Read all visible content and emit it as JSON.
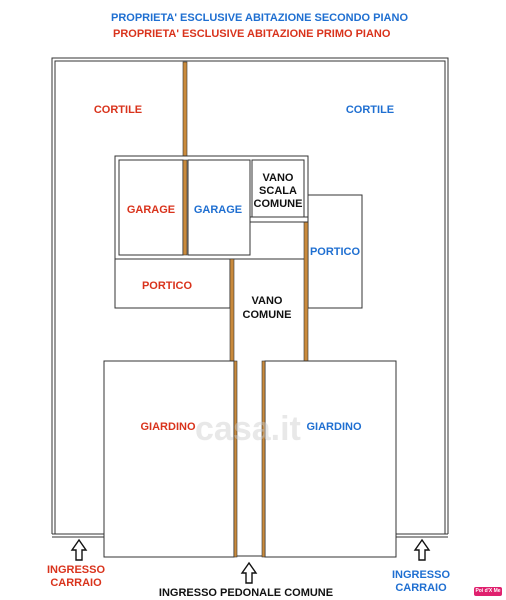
{
  "colors": {
    "red": "#d9331c",
    "blue": "#1f6fd1",
    "black": "#111111",
    "wall": "#c98a3c",
    "badge": "#e0206e"
  },
  "legend": {
    "second_floor": "PROPRIETA' ESCLUSIVE ABITAZIONE SECONDO PIANO",
    "first_floor": "PROPRIETA' ESCLUSIVE ABITAZIONE PRIMO PIANO"
  },
  "areas": {
    "cortile_left": "CORTILE",
    "cortile_right": "CORTILE",
    "garage_left": "GARAGE",
    "garage_right": "GARAGE",
    "vano_scala_1": "VANO",
    "vano_scala_2": "SCALA",
    "vano_scala_3": "COMUNE",
    "portico_right": "PORTICO",
    "portico_left": "PORTICO",
    "vano_comune_1": "VANO",
    "vano_comune_2": "COMUNE",
    "giardino_left": "GIARDINO",
    "giardino_right": "GIARDINO"
  },
  "entrances": {
    "carraio_left_1": "INGRESSO",
    "carraio_left_2": "CARRAIO",
    "carraio_right_1": "INGRESSO",
    "carraio_right_2": "CARRAIO",
    "pedonale": "INGRESSO PEDONALE COMUNE"
  },
  "watermark": "casa.it",
  "badge": "Poi d'X Me"
}
